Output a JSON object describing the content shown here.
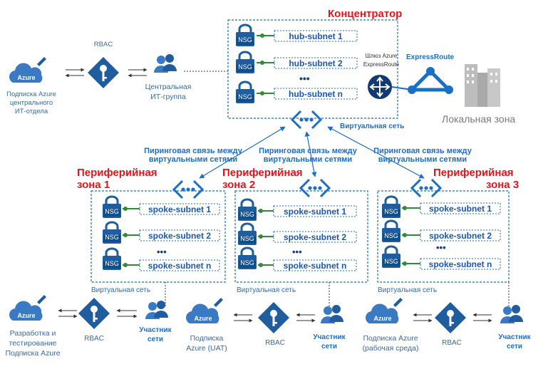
{
  "hub": {
    "title": "Концентратор",
    "subnets": [
      "hub-subnet 1",
      "hub-subnet 2",
      "hub-subnet n"
    ],
    "vnet_label": "Виртуальная сеть",
    "gateway_label_1": "Шлюз Azure",
    "gateway_label_2": "ExpressRoute",
    "expressroute_label": "ExpressRoute",
    "onprem_label": "Локальная зона"
  },
  "central": {
    "azure_badge": "Azure",
    "subscription_lines": [
      "Подписка Azure",
      "центрального",
      "ИТ-отдела"
    ],
    "rbac_label": "RBAC",
    "group_lines": [
      "Центральная",
      "ИТ-группа"
    ]
  },
  "peering_lines": [
    "Пиринговая связь между",
    "виртуальными сетями"
  ],
  "nsg": "NSG",
  "dots": "•••",
  "spokes": [
    {
      "title_1": "Периферийная",
      "title_2": "зона 1",
      "subnets": [
        "spoke-subnet 1",
        "spoke-subnet 2",
        "spoke-subnet n"
      ],
      "vnet_label": "Виртуальная сеть",
      "subscription_lines": [
        "Разработка и",
        "тестирование",
        "Подписка Azure"
      ],
      "rbac_label": "RBAC",
      "member_lines": [
        "Участник",
        "сети"
      ]
    },
    {
      "title_1": "Периферийная",
      "title_2": "зона 2",
      "subnets": [
        "spoke-subnet 1",
        "spoke-subnet 2",
        "spoke-subnet n"
      ],
      "vnet_label": "Виртуальная сеть",
      "subscription_lines": [
        "Подписка",
        "Azure (UAT)"
      ],
      "rbac_label": "RBAC",
      "member_lines": [
        "Участник",
        "сети"
      ]
    },
    {
      "title_1": "Периферийная",
      "title_2": "зона 3",
      "subnets": [
        "spoke-subnet 1",
        "spoke-subnet 2",
        "spoke-subnet n"
      ],
      "vnet_label": "Виртуальная сеть",
      "subscription_lines": [
        "Подписка Azure",
        "(рабочая среда)"
      ],
      "rbac_label": "RBAC",
      "member_lines": [
        "Участник",
        "сети"
      ]
    }
  ],
  "colors": {
    "accent": "#1a6fc6",
    "title": "#e8121a",
    "subnet_text": "#1a57b5",
    "nsg": "#0f4e8c"
  }
}
